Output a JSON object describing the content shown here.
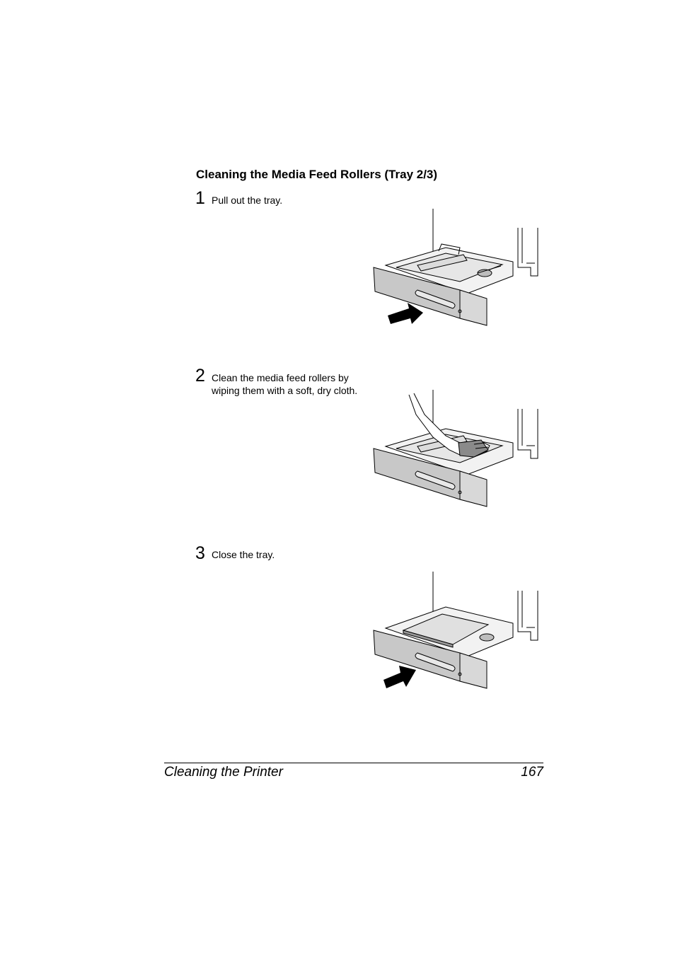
{
  "section": {
    "title": "Cleaning the Media Feed Rollers (Tray 2/3)"
  },
  "steps": [
    {
      "number": "1",
      "text": "Pull out the tray."
    },
    {
      "number": "2",
      "text": "Clean the media feed rollers by wiping them with a soft, dry cloth."
    },
    {
      "number": "3",
      "text": "Close the tray."
    }
  ],
  "footer": {
    "chapter": "Cleaning the Printer",
    "page_number": "167"
  }
}
